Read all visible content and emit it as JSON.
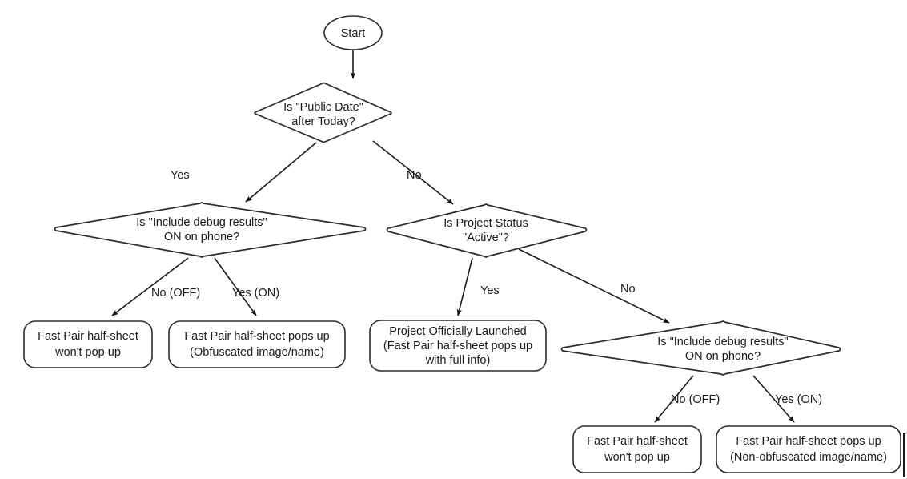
{
  "diagram": {
    "type": "flowchart",
    "title": "Fast Pair half-sheet visibility decision flow",
    "colors": {
      "background": "#ffffff",
      "stroke": "#2b2b2b",
      "text": "#1a1a1a",
      "arrow": "#1c1c1c"
    },
    "nodes": [
      {
        "id": "start",
        "shape": "ellipse",
        "label": "Start",
        "lines": [
          "Start"
        ]
      },
      {
        "id": "public-date",
        "shape": "diamond",
        "label": "Is \"Public Date\" after Today?",
        "lines": [
          "Is \"Public Date\"",
          "after Today?"
        ]
      },
      {
        "id": "debug-left",
        "shape": "diamond",
        "label": "Is \"Include debug results\" ON on phone?",
        "lines": [
          "Is \"Include debug results\"",
          "ON on phone?"
        ]
      },
      {
        "id": "project-status",
        "shape": "diamond",
        "label": "Is Project Status \"Active\"?",
        "lines": [
          "Is Project Status",
          "\"Active\"?"
        ]
      },
      {
        "id": "no-popup-left",
        "shape": "rounded-rect",
        "label": "Fast Pair half-sheet won't pop up",
        "lines": [
          "Fast Pair half-sheet",
          "won't pop up"
        ]
      },
      {
        "id": "obfuscated-left",
        "shape": "rounded-rect",
        "label": "Fast Pair half-sheet pops up (Obfuscated image/name)",
        "lines": [
          "Fast Pair half-sheet pops up",
          "(Obfuscated image/name)"
        ]
      },
      {
        "id": "launched",
        "shape": "rounded-rect",
        "label": "Project Officially Launched (Fast Pair half-sheet pops up with full info)",
        "lines": [
          "Project Officially Launched",
          "(Fast Pair half-sheet pops up",
          "with full info)"
        ]
      },
      {
        "id": "debug-right",
        "shape": "diamond",
        "label": "Is \"Include debug results\" ON on phone?",
        "lines": [
          "Is \"Include debug results\"",
          "ON on phone?"
        ]
      },
      {
        "id": "no-popup-right",
        "shape": "rounded-rect",
        "label": "Fast Pair half-sheet won't pop up",
        "lines": [
          "Fast Pair half-sheet",
          "won't pop up"
        ]
      },
      {
        "id": "non-obfuscated-right",
        "shape": "rounded-rect",
        "label": "Fast Pair half-sheet pops up (Non-obfuscated image/name)",
        "lines": [
          "Fast Pair half-sheet pops up",
          "(Non-obfuscated image/name)"
        ]
      }
    ],
    "edges": [
      {
        "id": "e1",
        "from": "start",
        "to": "public-date",
        "label": ""
      },
      {
        "id": "e2",
        "from": "public-date",
        "to": "debug-left",
        "label": "Yes"
      },
      {
        "id": "e3",
        "from": "public-date",
        "to": "project-status",
        "label": "No"
      },
      {
        "id": "e4",
        "from": "debug-left",
        "to": "no-popup-left",
        "label": "No (OFF)"
      },
      {
        "id": "e5",
        "from": "debug-left",
        "to": "obfuscated-left",
        "label": "Yes (ON)"
      },
      {
        "id": "e6",
        "from": "project-status",
        "to": "launched",
        "label": "Yes"
      },
      {
        "id": "e7",
        "from": "project-status",
        "to": "debug-right",
        "label": "No"
      },
      {
        "id": "e8",
        "from": "debug-right",
        "to": "no-popup-right",
        "label": "No (OFF)"
      },
      {
        "id": "e9",
        "from": "debug-right",
        "to": "non-obfuscated-right",
        "label": "Yes (ON)"
      }
    ]
  }
}
